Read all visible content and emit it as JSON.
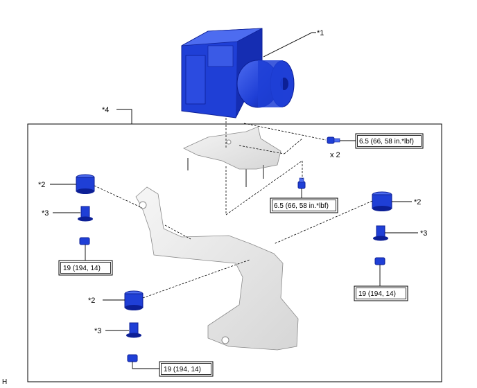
{
  "callouts": {
    "c1": "*1",
    "c2a": "*2",
    "c2b": "*2",
    "c2c": "*2",
    "c3a": "*3",
    "c3b": "*3",
    "c3c": "*3",
    "c4": "*4"
  },
  "torques": {
    "t1": "6.5 (66, 58 in.*lbf)",
    "t2": "6.5 (66, 58 in.*lbf)",
    "t3": "19 (194, 14)",
    "t4": "19 (194, 14)",
    "t5": "19 (194, 14)"
  },
  "quantity": "x 2",
  "corner_mark": "H",
  "colors": {
    "part_blue": "#1f3fd6",
    "part_blue_dark": "#0c1f96",
    "part_blue_light": "#4d6cf0",
    "bracket_gray": "#e9e9e9",
    "bracket_edge": "#8a8a8a"
  }
}
